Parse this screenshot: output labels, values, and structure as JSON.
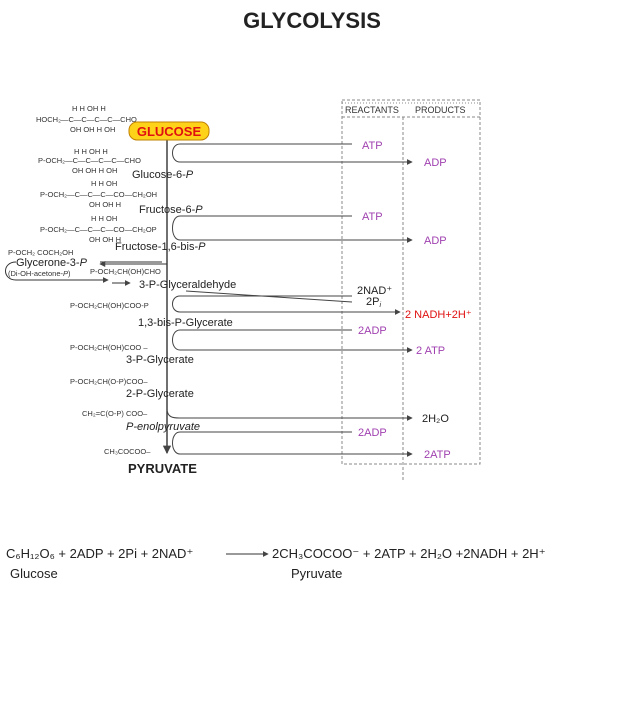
{
  "title": "GLYCOLYSIS",
  "headers": {
    "reactants": "REACTANTS",
    "products": "PRODUCTS"
  },
  "compounds": {
    "glucose": "GLUCOSE",
    "g6p": "Glucose-6-",
    "f6p": "Fructose-6-",
    "f16bp": "Fructose-1,6-bis-",
    "dhap": "Glycerone-3-",
    "dhap_note": "(Di-OH-acetone-",
    "g3p": "3-P-Glyceraldehyde",
    "bpg": "1,3-bis-P-Glycerate",
    "pg3": "3-P-Glycerate",
    "pg2": "2-P-Glycerate",
    "pep": "P-enolpyruvate",
    "pyruvate": "PYRUVATE",
    "p": "P"
  },
  "formulas": {
    "glucose_h": "H  H  OH H",
    "glucose_main": "HOCH₂—C—C—C—C—CHO",
    "glucose_b": "OH OH H  OH",
    "g6p_h": "H  H  OH H",
    "g6p_main": "P-OCH₂—C—C—C—C—CHO",
    "g6p_b": "OH OH H  OH",
    "f6p_h": "H  H  OH",
    "f6p_main": "P-OCH₂—C—C—C—CO—CH₂OH",
    "f6p_b": "OH OH H",
    "fbp_h": "H  H  OH",
    "fbp_main": "P-OCH₂—C—C—C—CO—CH₂OP",
    "fbp_b": "OH OH H",
    "dhap": "P-OCH₂ COCH₂OH",
    "g3p": "P-OCH₂CH(OH)CHO",
    "bpg": "P-OCH₂CH(OH)COO-P",
    "pg3": "P-OCH₂CH(OH)COO –",
    "pg2": "P-OCH₂CH(O-P)COO–",
    "pep": "CH₂=C(O-P) COO–",
    "pyr": "CH₃COCOO–"
  },
  "reactants": [
    "ATP",
    "ATP",
    "2NAD⁺",
    "2P",
    "2ADP",
    "2ADP"
  ],
  "products": [
    "ADP",
    "ADP",
    "2 NADH+2H⁺",
    "2 ATP",
    "2H₂O",
    "2ATP"
  ],
  "equation": {
    "main": "C₆H₁₂O₆ + 2ADP + 2Pi  + 2NAD⁺",
    "right": "2CH₃COCOO⁻ + 2ATP +  2H₂O +2NADH + 2H⁺",
    "glucose_label": "Glucose",
    "pyruvate_label": "Pyruvate"
  },
  "colors": {
    "cofactor": "#a040b0",
    "highlight": "#e01010",
    "glucose_bg": "#ffd21a",
    "text": "#222222",
    "line": "#444444"
  }
}
